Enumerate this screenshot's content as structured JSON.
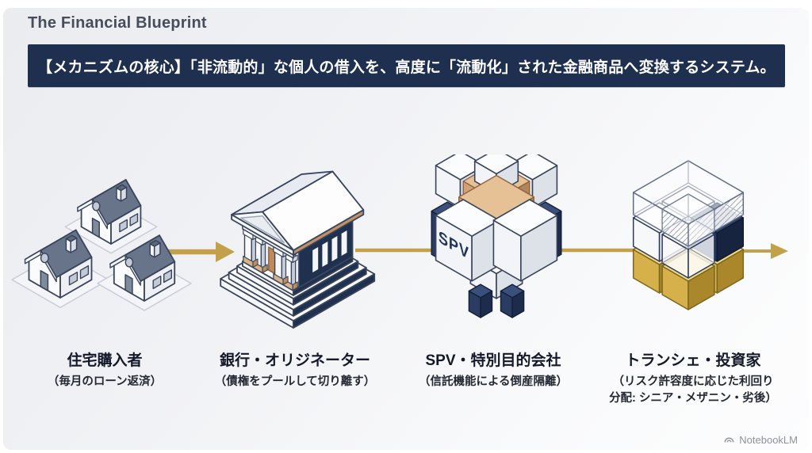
{
  "slide": {
    "title": "The Financial Blueprint"
  },
  "banner": {
    "text": "【メカニズムの核心】「非流動的」な個人の借入を、高度に「流動化」された金融商品へ変換するシステム。"
  },
  "stages": [
    {
      "name": "住宅購入者",
      "sublabels": [
        "（毎月のローン返済）"
      ],
      "illustration": "isometric-houses"
    },
    {
      "name": "銀行・オリジネーター",
      "sublabels": [
        "（債権をプールして切り離す）"
      ],
      "illustration": "isometric-bank-building"
    },
    {
      "name": "SPV・特別目的会社",
      "sublabels": [
        "（信託機能による倒産隔離）"
      ],
      "illustration": "interlocking-cube-puzzle",
      "badge": "SPV"
    },
    {
      "name": "トランシェ・投資家",
      "sublabels": [
        "（リスク許容度に応じた利回り",
        "分配: シニア・メザニン・劣後）"
      ],
      "illustration": "stacked-tranche-cubes"
    }
  ],
  "flow": {
    "direction": "left-to-right",
    "connector_style": "gold-arrows"
  },
  "watermark": {
    "label": "NotebookLM"
  },
  "colors": {
    "background_start": "#EAECF0",
    "background_end": "#FDFDFE",
    "banner_bg": "#1E2F4F",
    "banner_text": "#FFFFFF",
    "title_text": "#474E5B",
    "label_text": "#14192A",
    "arrow_gold": "#C3A14B",
    "navy": "#22345A",
    "outline_navy": "#39445C",
    "copper": "#C08F60",
    "gold_cube": "#D6B04A",
    "roof_slate": "#68748A",
    "watermark_text": "#8E929B"
  }
}
